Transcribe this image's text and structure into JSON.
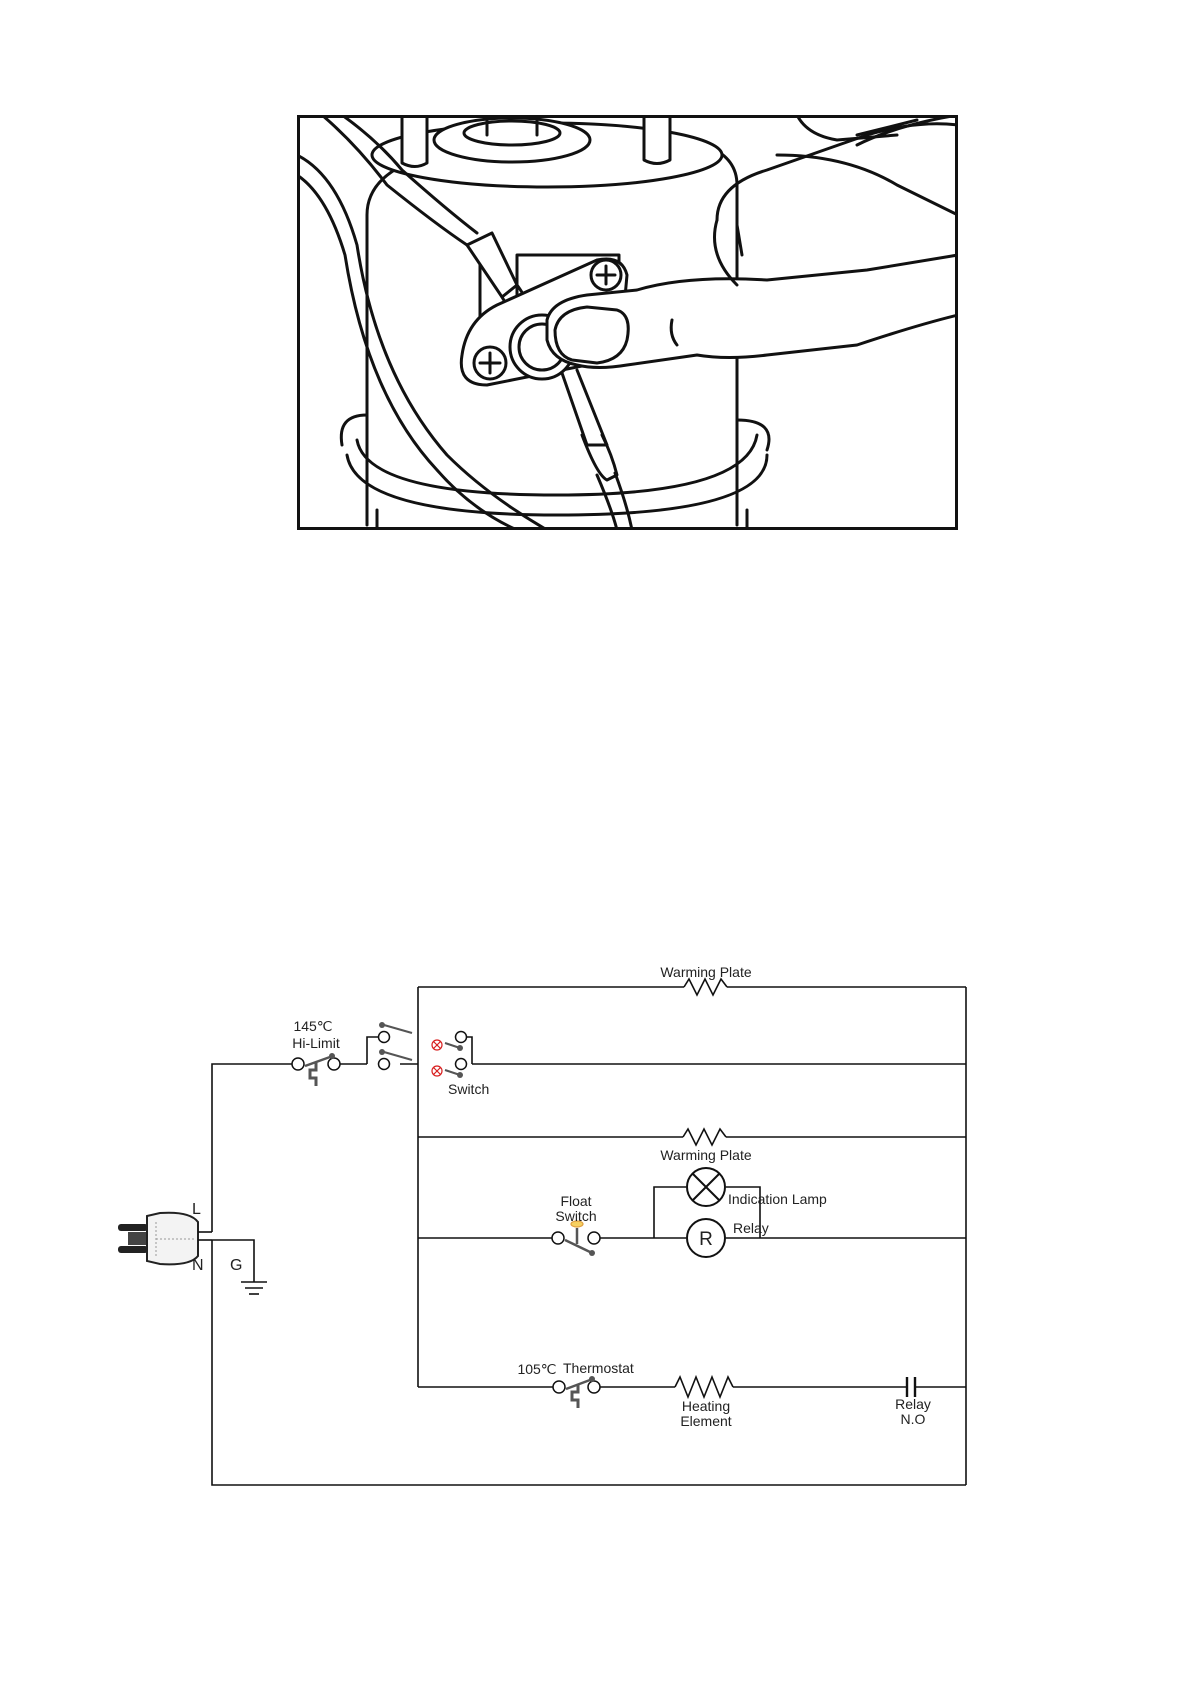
{
  "illustration": {
    "subject": "hand pressing reset button on thermostat"
  },
  "diagram": {
    "labels": {
      "warming_plate_top": "Warming Plate",
      "hi_limit_temp": "145℃",
      "hi_limit": "Hi-Limit",
      "switch": "Switch",
      "warming_plate_mid": "Warming Plate",
      "float_switch_1": "Float",
      "float_switch_2": "Switch",
      "indication_lamp": "Indication Lamp",
      "relay": "Relay",
      "relay_symbol": "R",
      "plug_l": "L",
      "plug_n": "N",
      "ground": "G",
      "thermostat_temp": "105℃",
      "thermostat": "Thermostat",
      "heating_element_1": "Heating",
      "heating_element_2": "Element",
      "relay_no_1": "Relay",
      "relay_no_2": "N.O"
    },
    "colors": {
      "line": "#111111",
      "lamp_indicator": "#d82020",
      "float_marker": "#e0a040",
      "switch_contact": "#555555"
    }
  }
}
